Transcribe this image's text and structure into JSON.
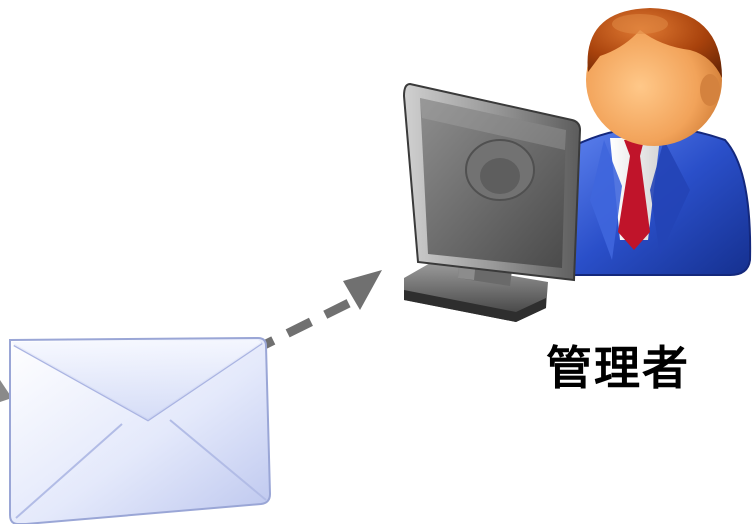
{
  "diagram": {
    "label": "管理者",
    "nodes": [
      {
        "id": "mail",
        "icon": "envelope-icon"
      },
      {
        "id": "admin",
        "icon": "admin-user-icon"
      },
      {
        "id": "computer",
        "icon": "computer-monitor-icon"
      }
    ],
    "edges": [
      {
        "from": "mail",
        "to": "admin",
        "style": "dashed",
        "color": "#707070"
      }
    ]
  },
  "colors": {
    "arrow": "#707070",
    "suit": "#2a4fc9",
    "tie": "#c0142a",
    "skin": "#f2a35a",
    "hair": "#a8420c",
    "monitor": "#5a5a5a",
    "envelope": "#e4e9fb"
  }
}
